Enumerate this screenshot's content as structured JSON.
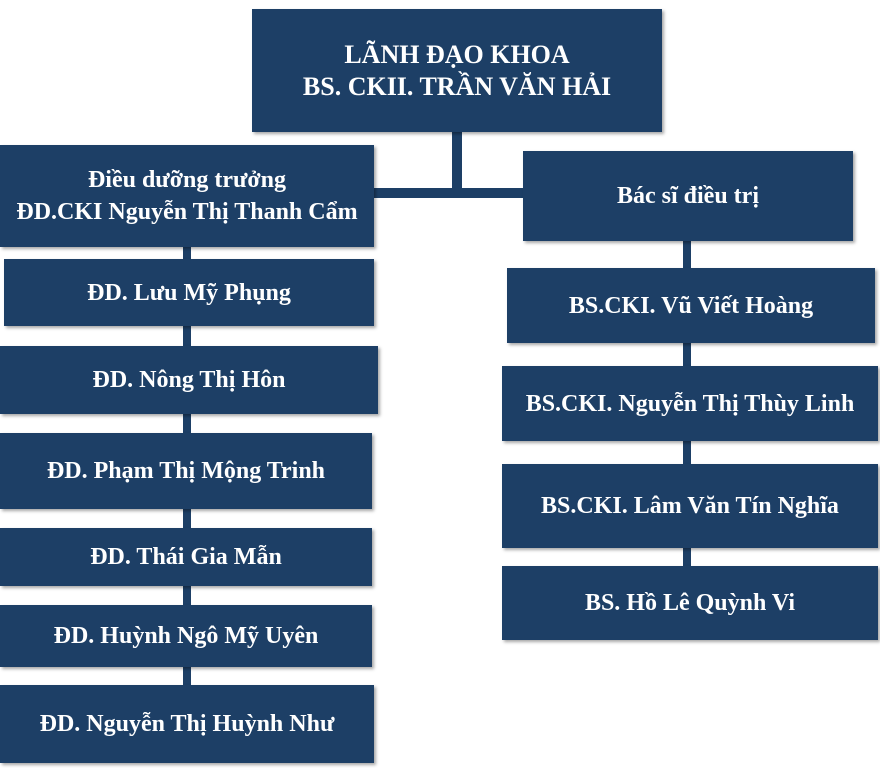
{
  "colors": {
    "box": "#1d3f66",
    "text": "#ffffff",
    "background": "#ffffff"
  },
  "leader": {
    "title": "LÃNH ĐẠO KHOA",
    "name": "BS. CKII. TRẦN VĂN HẢI"
  },
  "nursing": {
    "head_title": "Điều dưỡng trưởng",
    "head_name": "ĐD.CKI Nguyễn Thị Thanh Cẩm",
    "members": [
      "ĐD. Lưu Mỹ Phụng",
      "ĐD. Nông Thị Hôn",
      "ĐD. Phạm Thị Mộng Trinh",
      "ĐD. Thái Gia Mẫn",
      "ĐD. Huỳnh Ngô Mỹ Uyên",
      "ĐD. Nguyễn Thị Huỳnh Như"
    ]
  },
  "doctors": {
    "head_title": "Bác sĩ điều trị",
    "members": [
      "BS.CKI. Vũ Viết Hoàng",
      "BS.CKI. Nguyễn Thị Thùy Linh",
      "BS.CKI. Lâm Văn Tín Nghĩa",
      "BS. Hồ Lê Quỳnh Vi"
    ]
  }
}
